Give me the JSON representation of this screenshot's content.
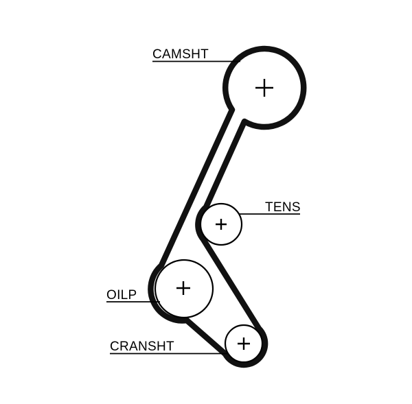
{
  "diagram": {
    "kind": "timing-belt-routing-diagram",
    "background_color": "#ffffff",
    "line_color": "#000000",
    "belt_color": "#111111",
    "pulleys": [
      {
        "id": "camshaft",
        "label": "CAMSHT"
      },
      {
        "id": "tensioner",
        "label": "TENS"
      },
      {
        "id": "oil-pump",
        "label": "OILP"
      },
      {
        "id": "crankshaft",
        "label": "CRANSHT"
      }
    ]
  }
}
